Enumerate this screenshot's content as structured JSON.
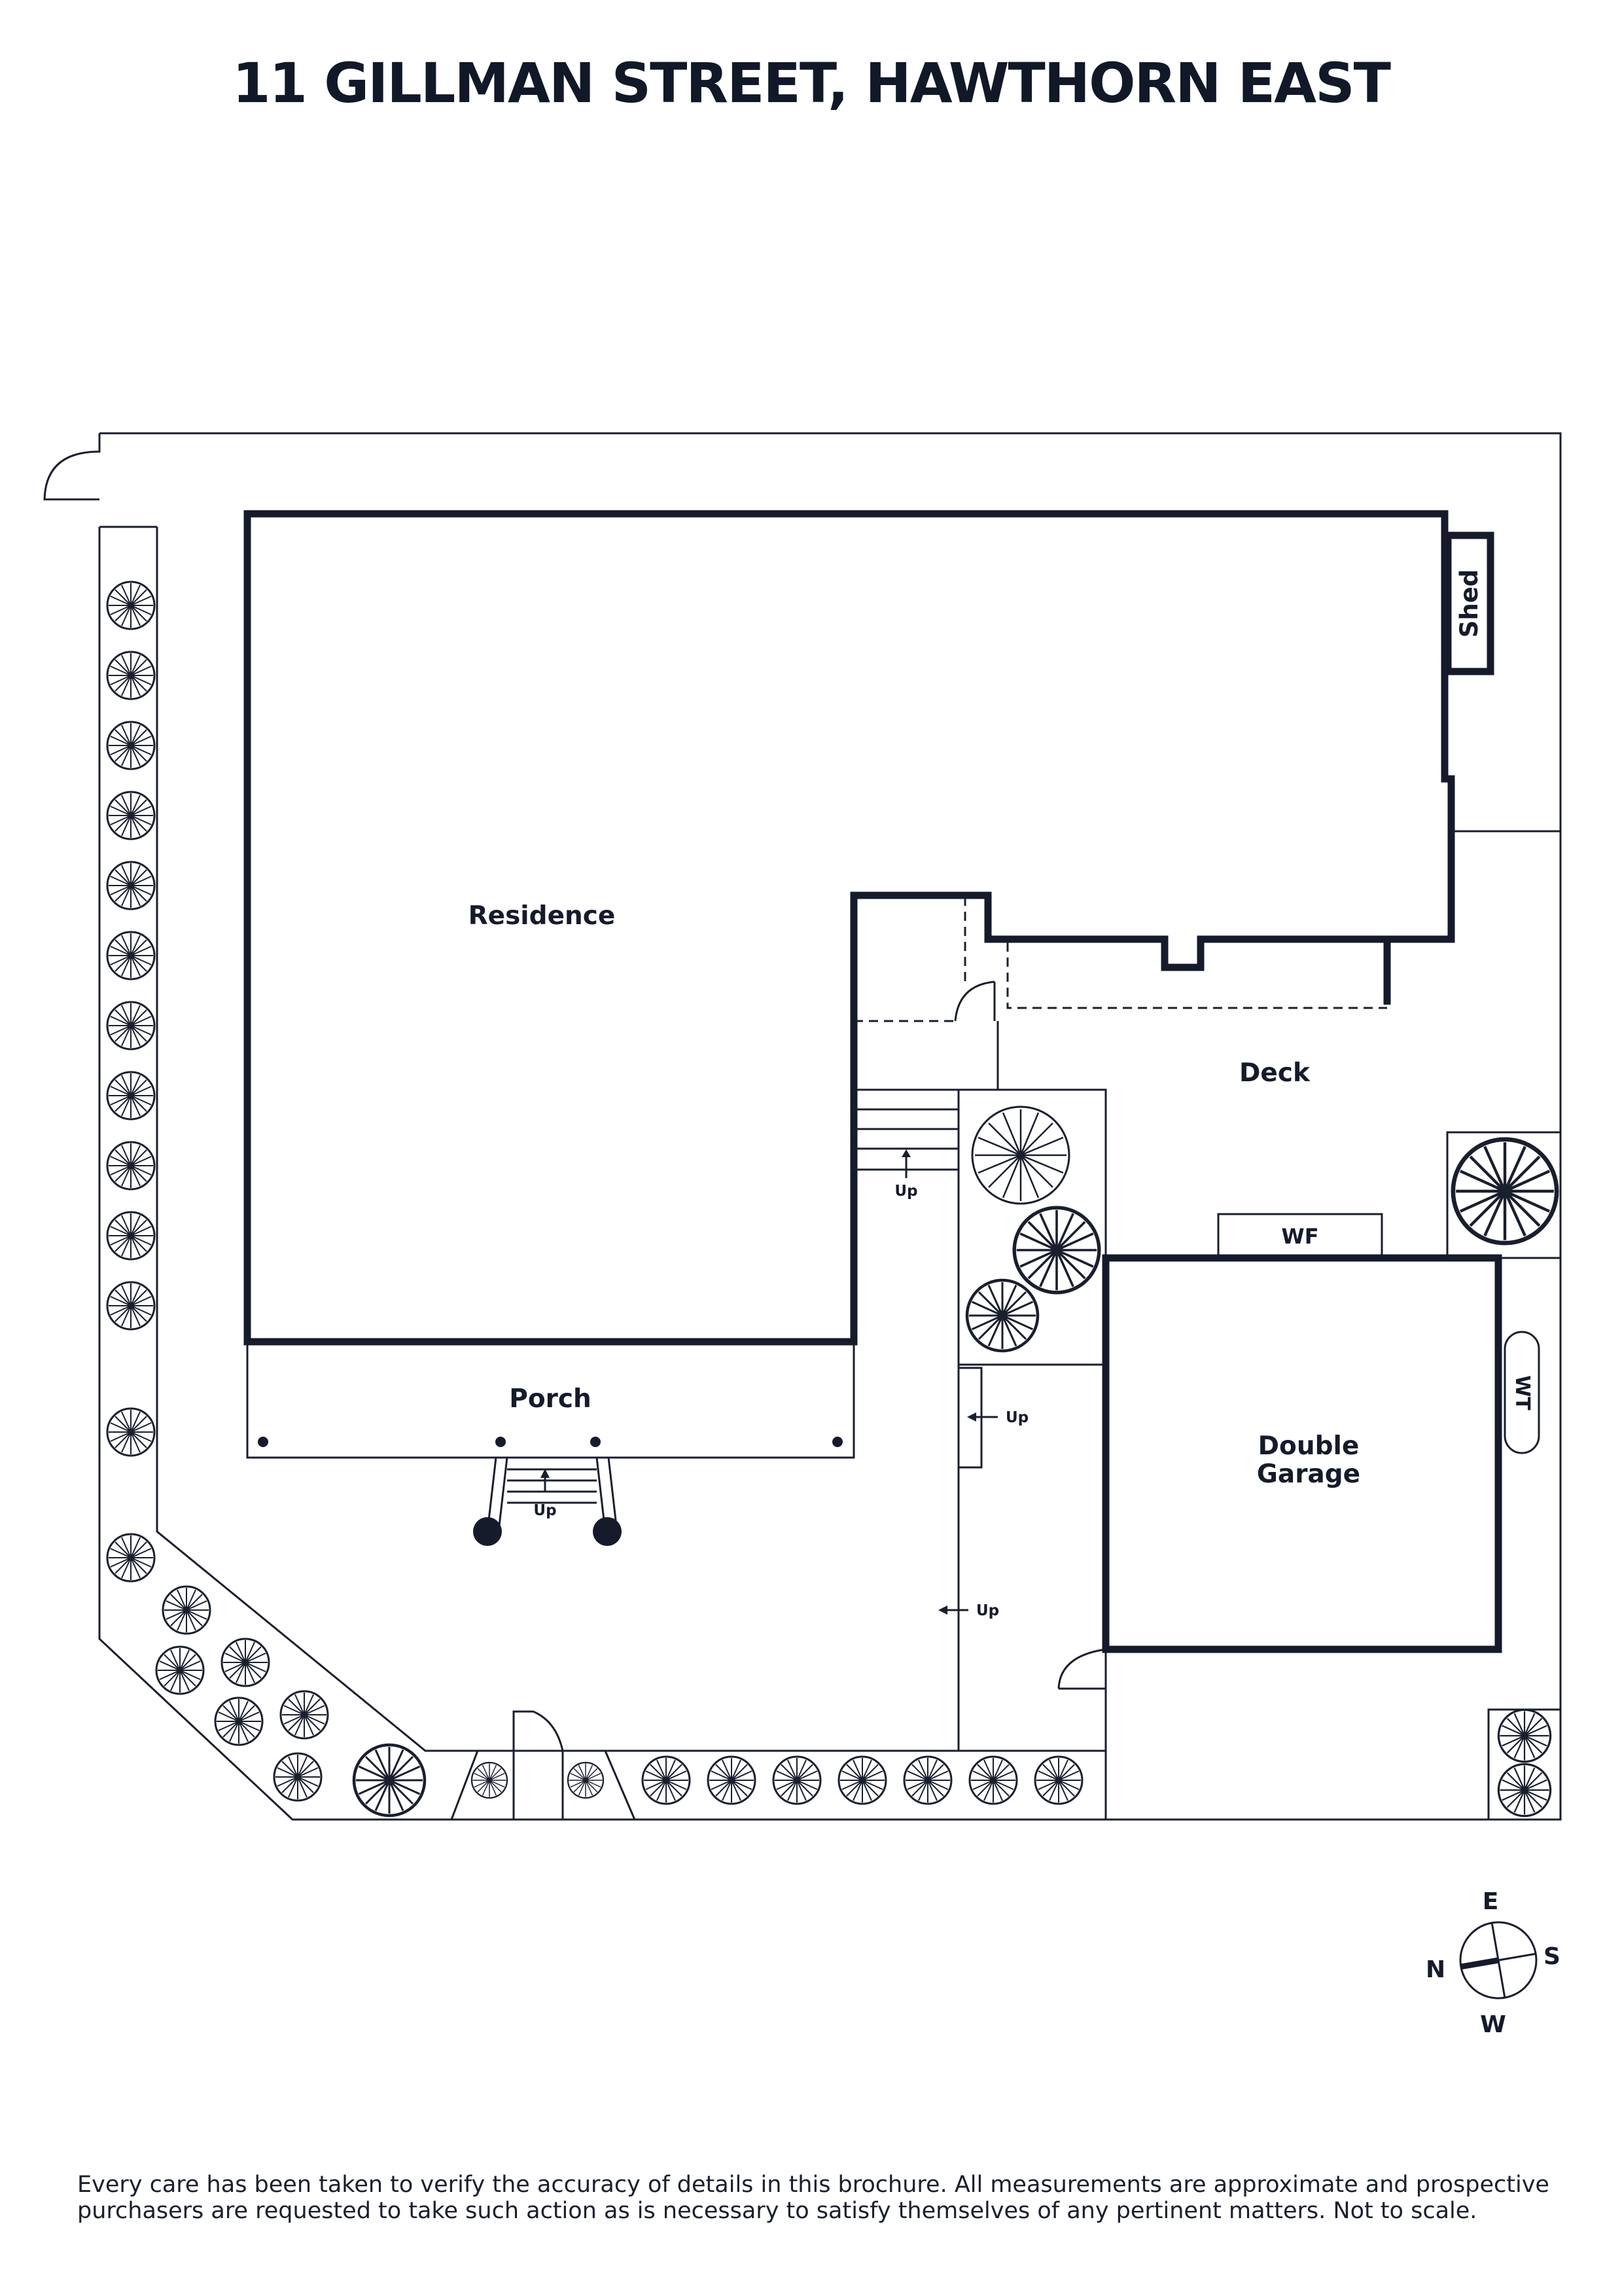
{
  "title": "11 GILLMAN STREET, HAWTHORN EAST",
  "rooms": {
    "residence": "Residence",
    "shed": "Shed",
    "deck": "Deck",
    "wf": "WF",
    "wt": "WT",
    "porch": "Porch",
    "garage_line1": "Double",
    "garage_line2": "Garage"
  },
  "stairs": {
    "up1": "Up",
    "up2": "Up",
    "up3": "Up",
    "up4": "Up"
  },
  "compass": {
    "north": "N",
    "east": "E",
    "south": "S",
    "west": "W",
    "icon": "compass-icon"
  },
  "disclaimer": {
    "line1": "Every care has been taken to verify the accuracy of details in this brochure. All measurements are approximate and prospective",
    "line2": "purchasers are requested to take such action as is necessary to satisfy themselves of any pertinent matters. Not to scale."
  },
  "colors": {
    "ink": "#161b2b",
    "background": "#ffffff"
  }
}
